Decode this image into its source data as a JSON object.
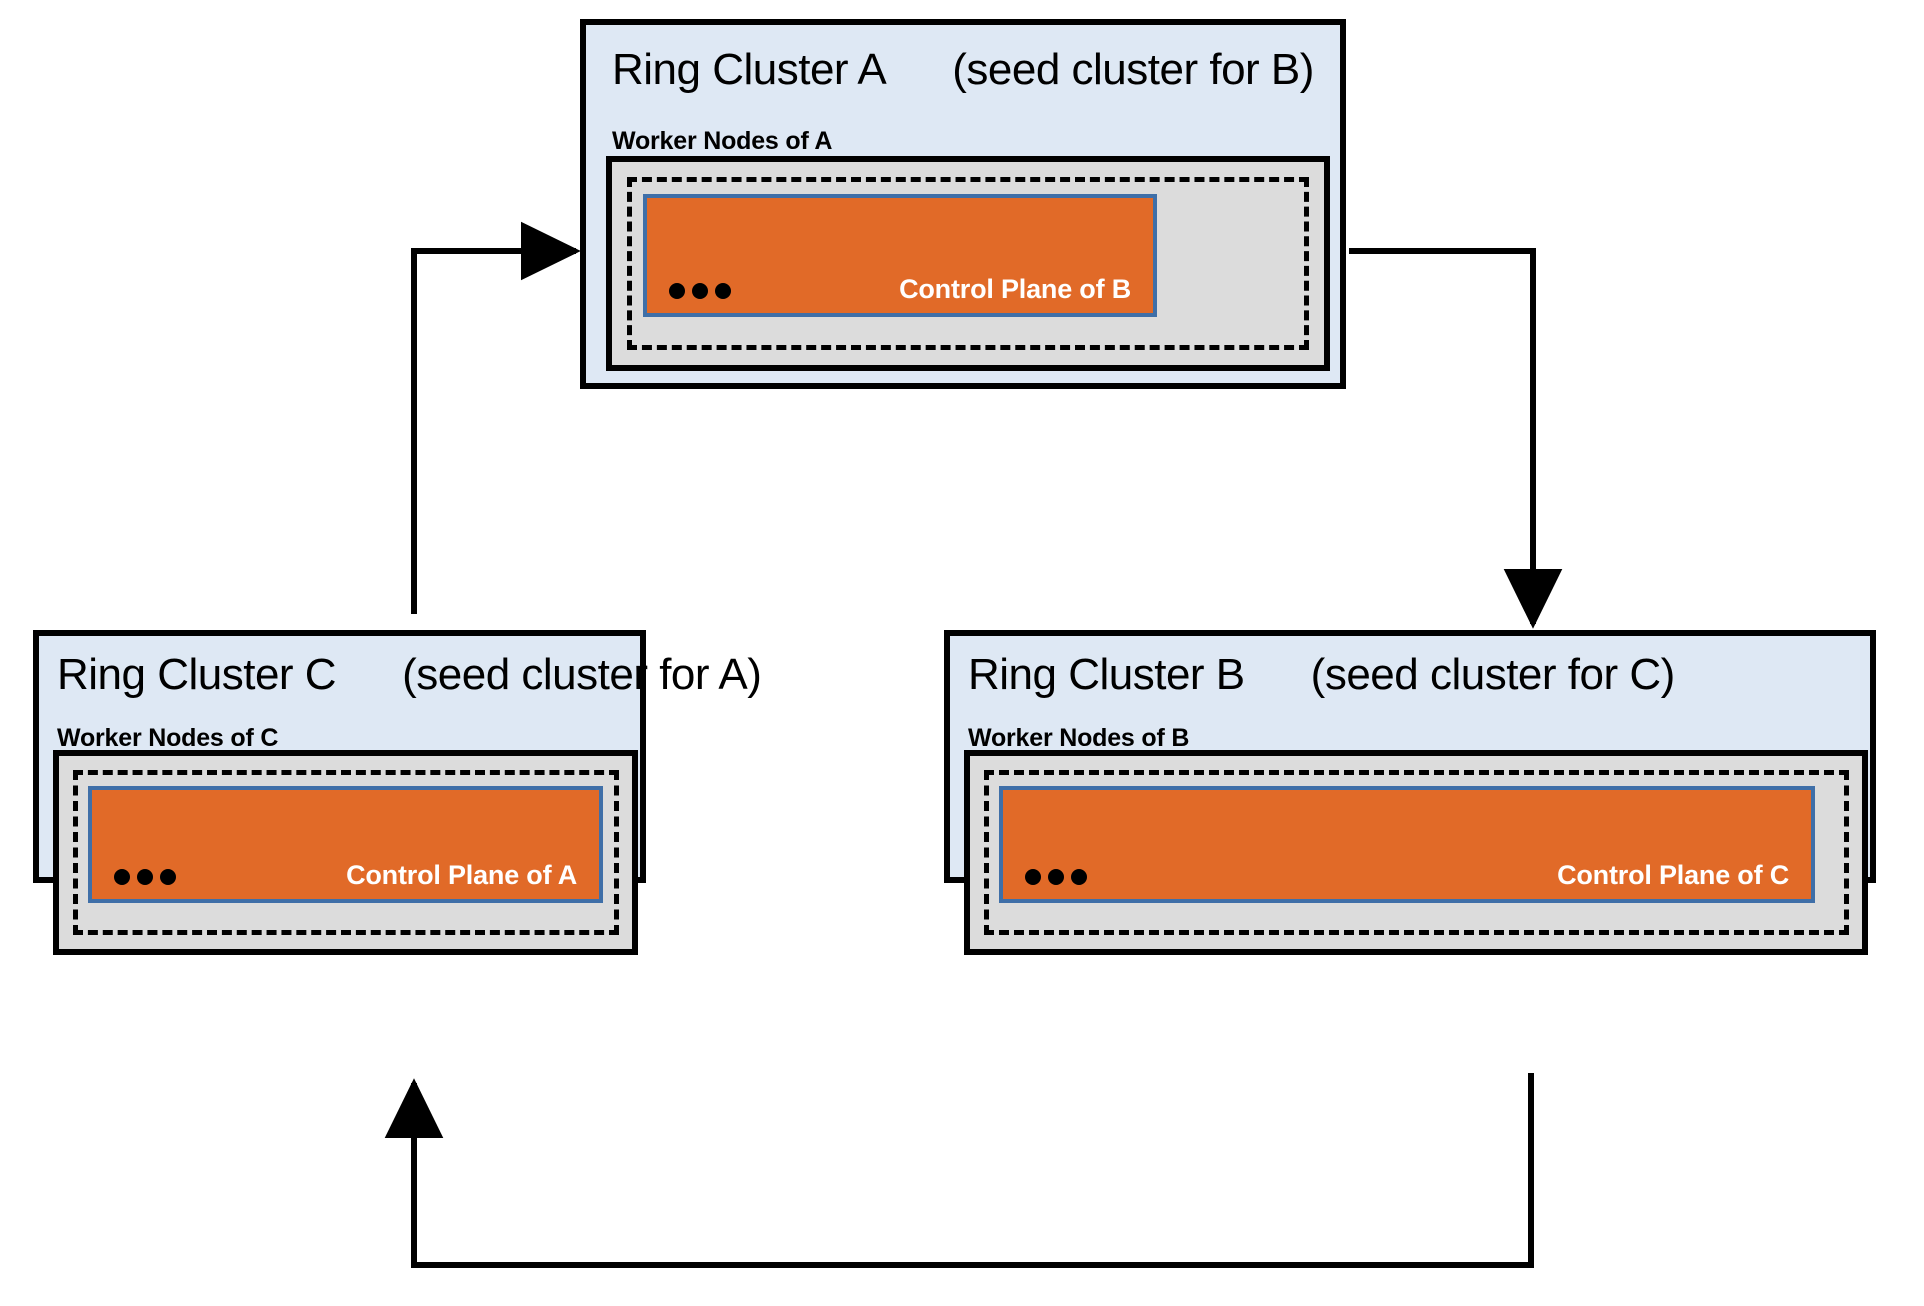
{
  "diagram": {
    "title": "Ring topology of bootstrapping Kubernetes clusters",
    "colors": {
      "cluster_fill": "#dee8f4",
      "worker_fill": "#dcdcdc",
      "control_plane_fill": "#e16a28",
      "control_plane_border": "#3f6fa8",
      "outline": "#000000",
      "control_plane_text": "#ffffff"
    },
    "clusters": [
      {
        "id": "A",
        "name": "Ring Cluster A",
        "seed_note": "(seed cluster for B)",
        "worker_label": "Worker Nodes of A",
        "control_plane_label": "Control Plane of B",
        "ellipsis": "•••"
      },
      {
        "id": "C",
        "name": "Ring Cluster C",
        "seed_note": "(seed cluster for A)",
        "worker_label": "Worker Nodes of C",
        "control_plane_label": "Control Plane of A",
        "ellipsis": "•••"
      },
      {
        "id": "B",
        "name": "Ring Cluster B",
        "seed_note": "(seed cluster for C)",
        "worker_label": "Worker Nodes of B",
        "control_plane_label": "Control Plane of C",
        "ellipsis": "•••"
      }
    ],
    "arrows": [
      {
        "id": "c-to-a",
        "from": "Ring Cluster C",
        "to": "Ring Cluster A",
        "direction": "right"
      },
      {
        "id": "a-to-b",
        "from": "Ring Cluster A",
        "to": "Ring Cluster B",
        "direction": "down"
      },
      {
        "id": "b-to-c",
        "from": "Ring Cluster B",
        "to": "Ring Cluster C",
        "direction": "up"
      }
    ]
  }
}
